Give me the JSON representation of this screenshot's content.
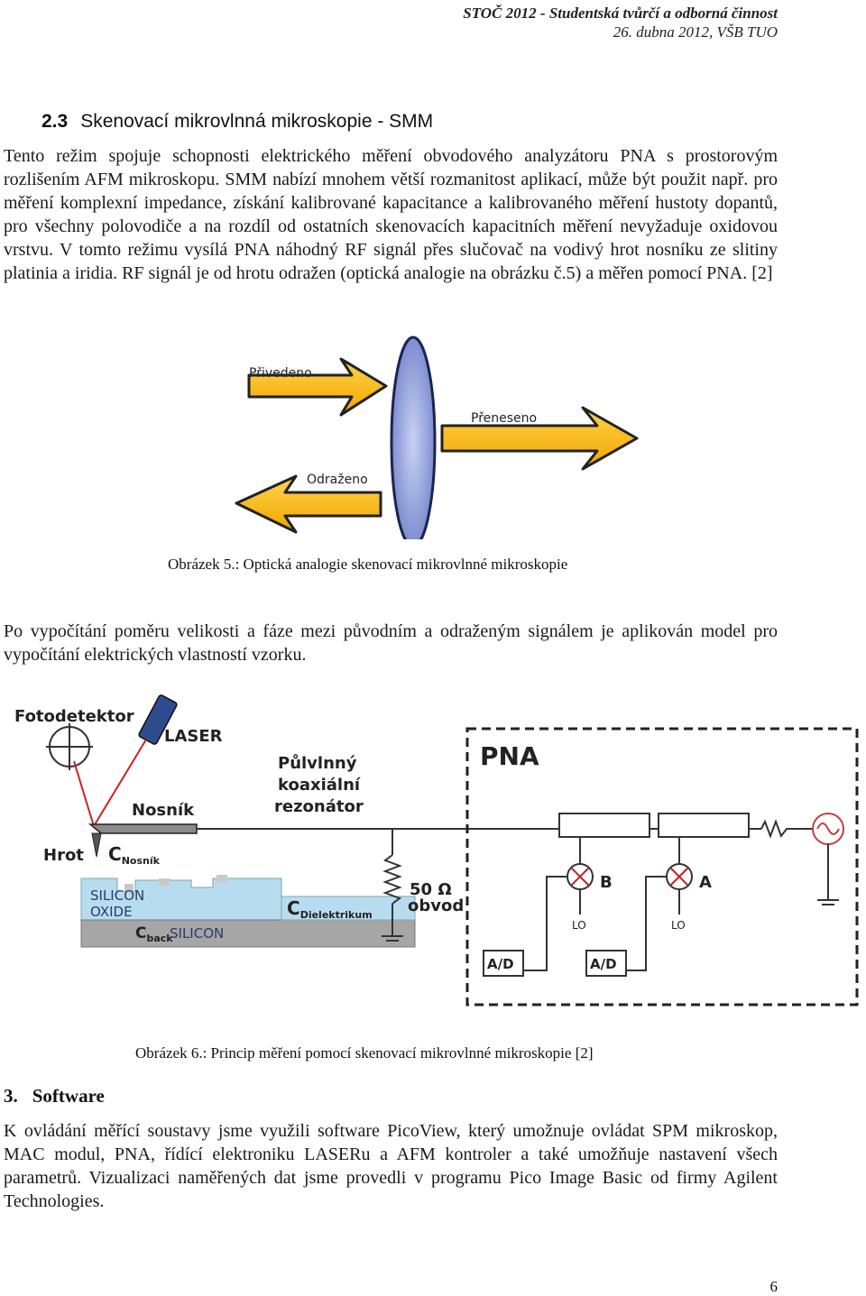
{
  "header": {
    "line1": "STOČ 2012 - Studentská tvůrčí a odborná činnost",
    "line2": "26. dubna 2012, VŠB TUO"
  },
  "section": {
    "number": "2.3",
    "title": "Skenovací mikrovlnná mikroskopie - SMM"
  },
  "paragraph1": "Tento režim spojuje schopnosti elektrického měření obvodového analyzátoru PNA s prostorovým rozlišením AFM mikroskopu. SMM nabízí mnohem větší rozmanitost aplikací, může být použit např. pro měření komplexní impedance, získání kalibrované kapacitance a kalibrovaného měření hustoty dopantů, pro všechny polovodiče a na rozdíl od ostatních skenovacích kapacitních měření nevyžaduje oxidovou vrstvu. V tomto režimu vysílá PNA náhodný RF signál přes slučovač na vodivý hrot nosníku ze slitiny platinia a iridia. RF signál je od hrotu odražen (optická analogie na obrázku č.5) a měřen pomocí PNA. [2]",
  "figure5": {
    "label_in": "Přivedeno",
    "label_out": "Přeneseno",
    "label_ref": "Odraženo",
    "caption": "Obrázek 5.: Optická analogie skenovací mikrovlnné mikroskopie"
  },
  "paragraph2": "Po vypočítání poměru velikosti a fáze mezi původním a odraženým signálem je aplikován model pro vypočítání elektrických vlastností vzorku.",
  "figure6": {
    "fotodetektor": "Fotodetektor",
    "laser": "LASER",
    "nosnik": "Nosník",
    "hrot": "Hrot",
    "c_nosnik_main": "C",
    "c_nosnik_sub": "Nosník",
    "silicon_oxide_1": "SILICON",
    "silicon_oxide_2": "OXIDE",
    "c_back_main": "C",
    "c_back_sub": "back",
    "silicon": "SILICON",
    "c_diel_main": "C",
    "c_diel_sub": "Dielektrikum",
    "rezonator_1": "Půlvlnný",
    "rezonator_2": "koaxiální",
    "rezonator_3": "rezonátor",
    "obvod_1": "50 Ω",
    "obvod_2": "obvod",
    "pna": "PNA",
    "b": "B",
    "a": "A",
    "lo1": "LO",
    "lo2": "LO",
    "ad1": "A/D",
    "ad2": "A/D",
    "caption": "Obrázek 6.: Princip měření pomocí skenovací mikrovlnné mikroskopie [2]"
  },
  "section3": {
    "number": "3.",
    "title": "Software"
  },
  "paragraph3": "K ovládání měřící soustavy jsme využili software PicoView, který umožnuje ovládat SPM mikroskop, MAC modul, PNA, řídící elektroniku LASERu a AFM kontroler a také umožňuje nastavení všech parametrů. Vizualizaci naměřených dat jsme provedli v programu Pico Image Basic od firmy Agilent Technologies.",
  "page_number": "6"
}
